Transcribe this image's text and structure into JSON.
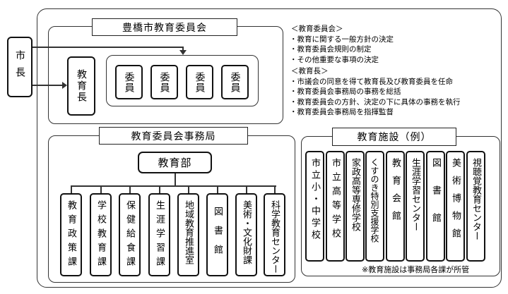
{
  "mayor": "市長",
  "board": {
    "title": "豊橋市教育委員会",
    "superintendent": "教育長",
    "members": [
      "委員",
      "委員",
      "委員",
      "委員"
    ]
  },
  "notes": {
    "board_heading": "＜教育委員会＞",
    "board_items": [
      "・教育に関する一般方針の決定",
      "・教育委員会規則の制定",
      "・その他重要な事項の決定"
    ],
    "superintendent_heading": "＜教育長＞",
    "superintendent_items": [
      "・市議会の同意を得て教育長及び教育委員を任命",
      "・教育委員会事務局の事務を総括",
      "・教育委員会の方針、決定の下に具体の事務を執行",
      "・教育委員会事務局を指揮監督"
    ]
  },
  "secretariat": {
    "title": "教育委員会事務局",
    "department": "教育部",
    "divisions": [
      "教育政策課",
      "学校教育課",
      "保健給食課",
      "生涯学習課",
      "地域教育推進室",
      "図書館",
      "美術・文化財課",
      "科学教育センター"
    ]
  },
  "facilities": {
    "title": "教育施設（例）",
    "items": [
      "市立小・中学校",
      "市立高等学校",
      "家政高等専修学校",
      "くすのき特別支援学校",
      "教育会館",
      "生涯学習センター",
      "図書館",
      "美術博物館",
      "視聴覚教育センター"
    ],
    "note": "※教育施設は事務局各課が所管"
  }
}
